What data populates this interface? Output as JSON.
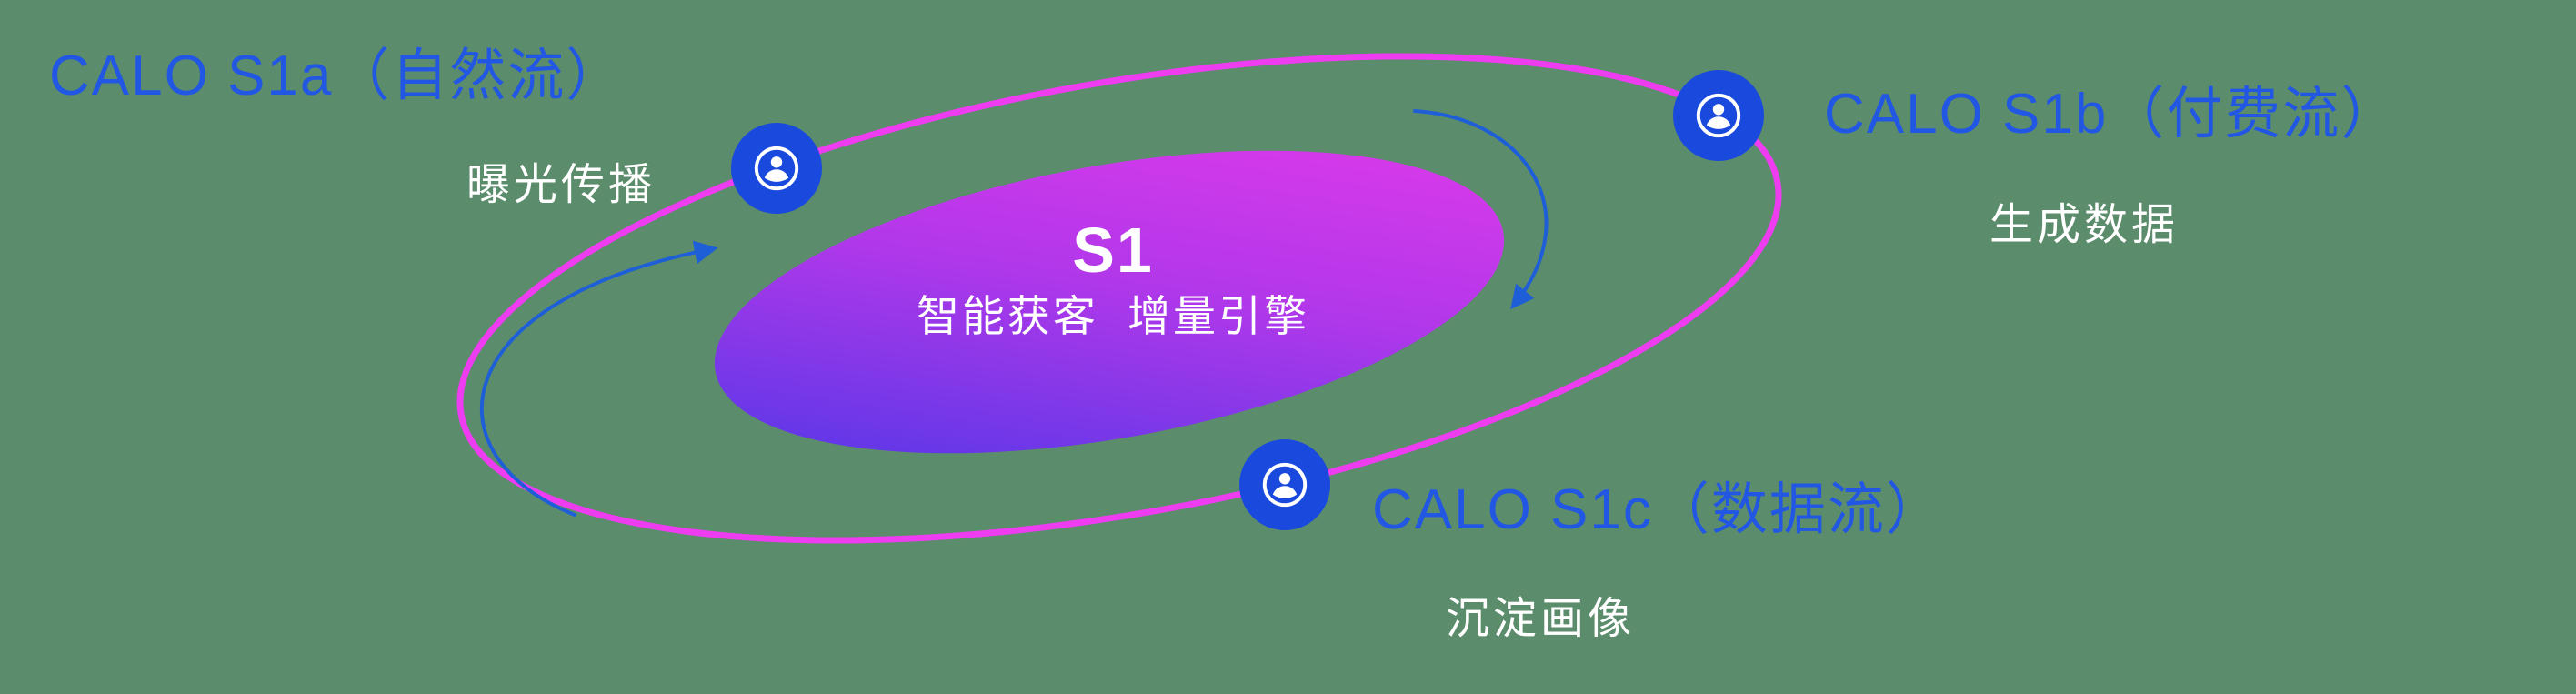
{
  "colors": {
    "background": "#5b8c6c",
    "title_blue": "#2257e4",
    "orbit_magenta": "#ee3cf0",
    "core_gradient_start": "#4937e6",
    "core_gradient_end": "#e43ae9",
    "icon_circle_blue": "#1a49dd",
    "arrow_blue": "#1e5fd8",
    "text_white": "#ffffff"
  },
  "core": {
    "title": "S1",
    "subtitle": "智能获客  增量引擎"
  },
  "nodes": [
    {
      "title": "CALO S1a（自然流）",
      "subtitle": "曝光传播",
      "icon": "user-icon"
    },
    {
      "title": "CALO S1b（付费流）",
      "subtitle": "生成数据",
      "icon": "user-icon"
    },
    {
      "title": "CALO S1c（数据流）",
      "subtitle": "沉淀画像",
      "icon": "user-icon"
    }
  ]
}
